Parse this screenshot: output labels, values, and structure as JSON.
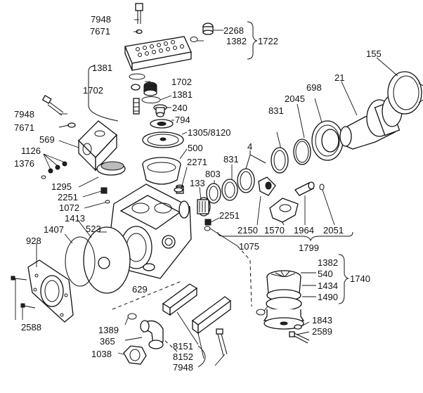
{
  "labels": {
    "p7948_top": "7948",
    "p7671_top": "7671",
    "p2268": "2268",
    "p1382_top": "1382",
    "p1722": "1722",
    "p1381_a": "1381",
    "p1702_a": "1702",
    "p1702_b": "1702",
    "p1381_b": "1381",
    "p240": "240",
    "p794": "794",
    "p1305": "1305/8120",
    "p500": "500",
    "p2271": "2271",
    "p7948_left": "7948",
    "p7671_left": "7671",
    "p569": "569",
    "p1126": "1126",
    "p1376": "1376",
    "p1295": "1295",
    "p2251_a": "2251",
    "p1072": "1072",
    "p1413": "1413",
    "p1407": "1407",
    "p523": "523",
    "p928": "928",
    "p2588": "2588",
    "p629": "629",
    "p1075": "1075",
    "p2251_b": "2251",
    "p133": "133",
    "p803": "803",
    "p831_a": "831",
    "p831_b": "831",
    "p4": "4",
    "p2045": "2045",
    "p698": "698",
    "p21": "21",
    "p155": "155",
    "p2150": "2150",
    "p1570": "1570",
    "p1964": "1964",
    "p2051": "2051",
    "p1799": "1799",
    "p1382_r": "1382",
    "p540": "540",
    "p1434": "1434",
    "p1490": "1490",
    "p1740": "1740",
    "p1843": "1843",
    "p2589": "2589",
    "p1389": "1389",
    "p365": "365",
    "p1038": "1038",
    "p8151": "8151",
    "p8152": "8152",
    "p7948_bot": "7948"
  }
}
